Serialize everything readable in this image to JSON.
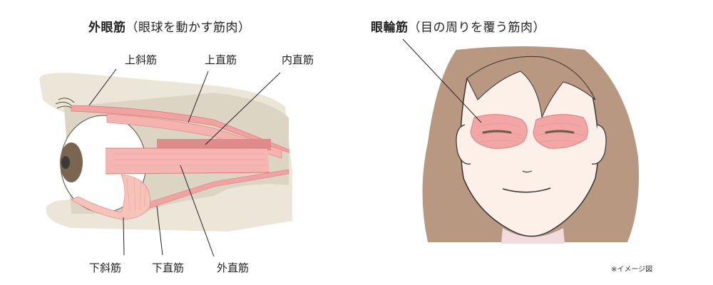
{
  "left_panel": {
    "title_main": "外眼筋",
    "title_sub": "（眼球を動かす筋肉）",
    "labels": {
      "superior_oblique": "上斜筋",
      "superior_rectus": "上直筋",
      "medial_rectus": "内直筋",
      "inferior_oblique": "下斜筋",
      "inferior_rectus": "下直筋",
      "lateral_rectus": "外直筋"
    }
  },
  "right_panel": {
    "title_main": "眼輪筋",
    "title_sub": "（目の周りを覆う筋肉）",
    "note": "※イメージ図"
  },
  "colors": {
    "muscle": "#f0a3a3",
    "muscle_line": "#e07a7a",
    "bone": "#ece6d8",
    "hair": "#b99882",
    "skin": "#fdf0e8",
    "iris": "#7a6550"
  }
}
